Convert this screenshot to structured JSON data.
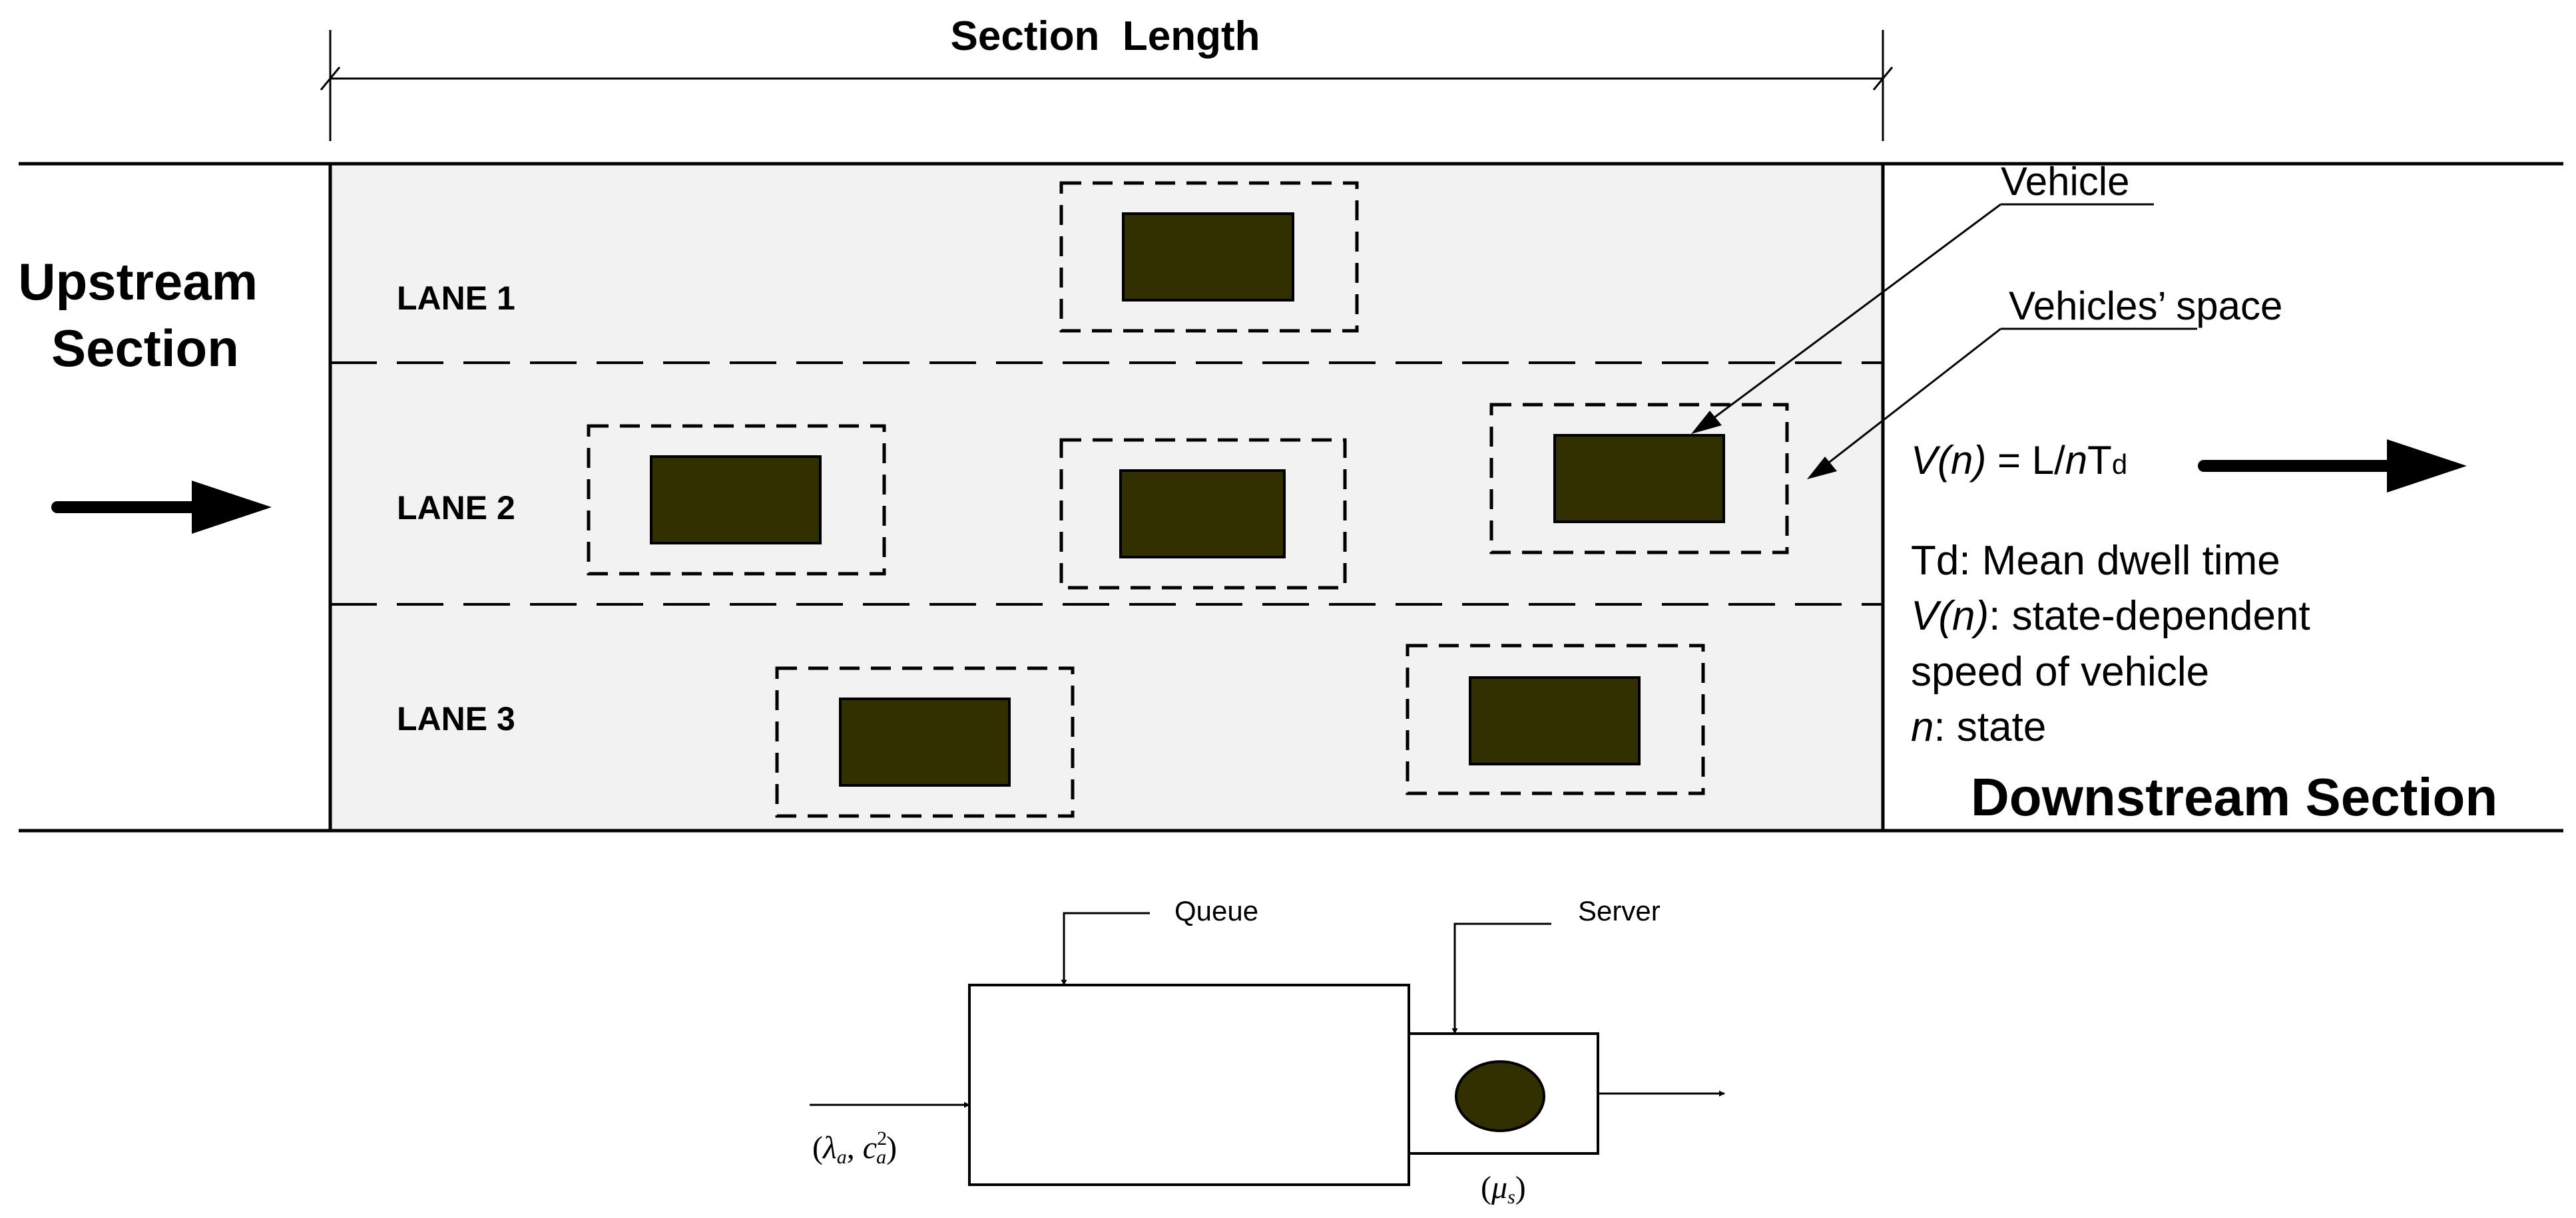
{
  "section_length": {
    "label": "Section  Length"
  },
  "upstream": {
    "line1": "Upstream",
    "line2": "Section"
  },
  "lanes": [
    {
      "label": "LANE 1"
    },
    {
      "label": "LANE 2"
    },
    {
      "label": "LANE 3"
    }
  ],
  "callouts": {
    "vehicle": "Vehicle",
    "vehicles_space": "Vehicles’ space"
  },
  "formula": {
    "v": "V",
    "n_paren": "(n)",
    "equals": " = L/",
    "n": "n",
    "t": "T",
    "d": "d"
  },
  "legend": {
    "td": "Td: Mean dwell time",
    "speed_v": "V",
    "speed_n": "(n)",
    "speed_rest": ": state-dependent",
    "speed_line2": "speed of vehicle",
    "state_n": "n",
    "state_rest": ": state"
  },
  "downstream": {
    "label": "Downstream Section"
  },
  "queue_model": {
    "queue_label": "Queue",
    "server_label": "Server",
    "arrival_open": "(",
    "arrival_lambda": "λ",
    "arrival_sub_a": "a",
    "arrival_comma": ", ",
    "arrival_c": "c",
    "arrival_sup": "2",
    "arrival_sub_a2": "a",
    "arrival_close": ")",
    "service_open": "(",
    "service_mu": "μ",
    "service_sub_s": "s",
    "service_close": ")"
  },
  "colors": {
    "road_fill": "#f2f2f2",
    "vehicle_fill": "#323000",
    "line": "#000000",
    "background": "#ffffff"
  }
}
